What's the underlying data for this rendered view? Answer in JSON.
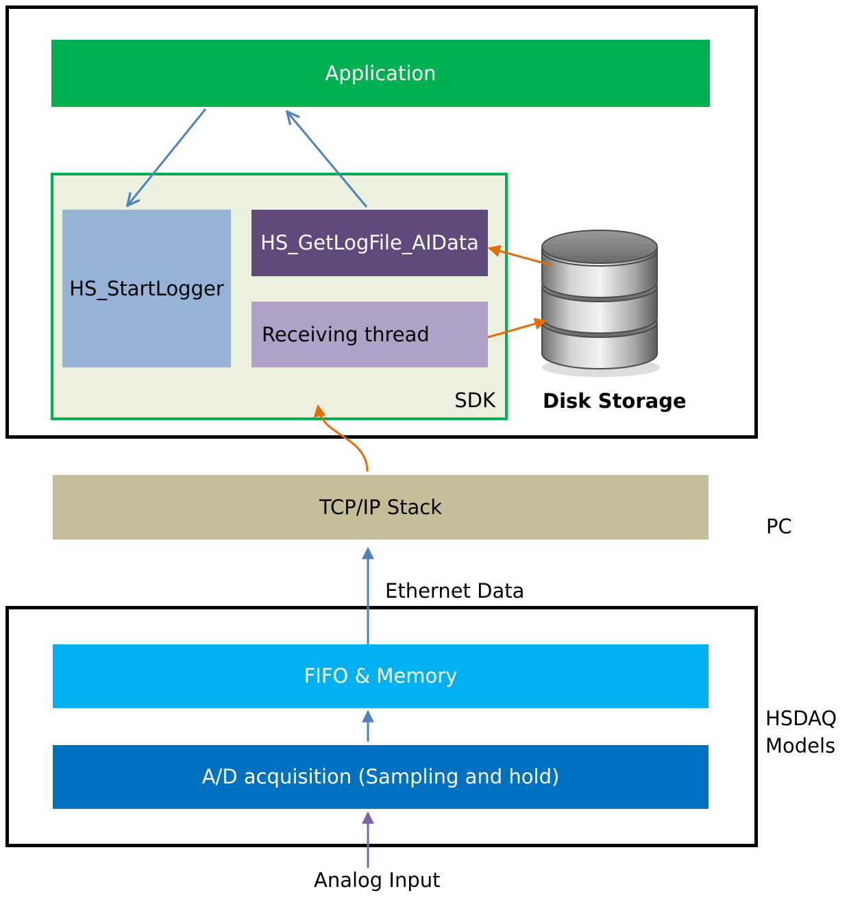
{
  "pc": {
    "label": "PC",
    "application": {
      "label": "Application",
      "color": "#00b050"
    },
    "sdk": {
      "label": "SDK",
      "background": "#ebf1de",
      "border": "#00b050",
      "start_logger": {
        "label": "HS_StartLogger",
        "color": "#95b3d7"
      },
      "get_log_file": {
        "label": "HS_GetLogFile_AIData",
        "color": "#604a7b"
      },
      "receiving_thread": {
        "label": "Receiving thread",
        "color": "#b1a0c7"
      }
    },
    "disk_storage": {
      "label": "Disk Storage",
      "icon": "database-icon"
    },
    "tcp_ip_stack": {
      "label": "TCP/IP Stack",
      "color": "#c4bd97"
    }
  },
  "hsdaq": {
    "label_line1": "HSDAQ",
    "label_line2": "Models",
    "fifo_memory": {
      "label": "FIFO & Memory",
      "color": "#00b0f0"
    },
    "ad_acquisition": {
      "label": "A/D acquisition (Sampling and hold)",
      "color": "#0070c0"
    }
  },
  "connections": {
    "ethernet_data": "Ethernet Data",
    "analog_input": "Analog Input",
    "blue_arrow_color": "#4f81bd",
    "orange_arrow_color": "#e36c09",
    "purple_arrow_color": "#8064a2"
  }
}
